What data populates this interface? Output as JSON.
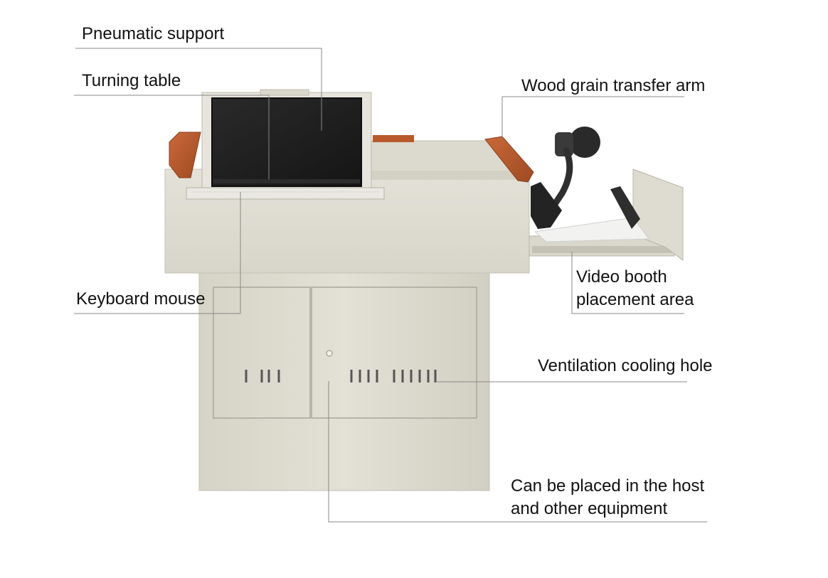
{
  "labels": {
    "pneumatic_support": "Pneumatic support",
    "turning_table": "Turning table",
    "wood_grain_arm": "Wood grain transfer arm",
    "keyboard_mouse": "Keyboard mouse",
    "video_booth_1": "Video booth",
    "video_booth_2": "placement area",
    "ventilation": "Ventilation cooling hole",
    "host_1": "Can be placed in the host",
    "host_2": "and other equipment"
  },
  "colors": {
    "cabinet": "#dedbd0",
    "cabinet_shade": "#cfccc0",
    "wood": "#b85a2c",
    "screen": "#1e1e1e",
    "leader_line": "#888888"
  }
}
